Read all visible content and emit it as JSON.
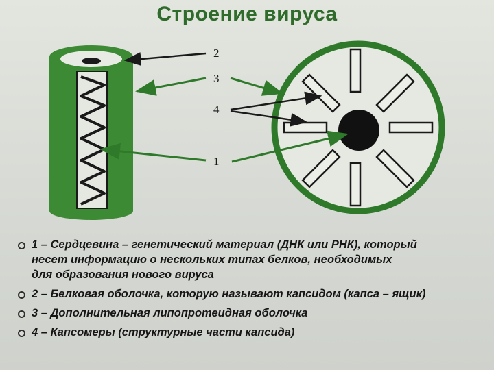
{
  "title": "Строение вируса",
  "labels": {
    "l1": "1",
    "l2": "2",
    "l3": "3",
    "l4": "4"
  },
  "legend": [
    {
      "lines": [
        "1 – Сердцевина – генетический материал (ДНК или РНК), который",
        "несет информацию о нескольких типах белков, необходимых",
        "для образования нового вируса"
      ]
    },
    {
      "lines": [
        "2 – Белковая оболочка, которую называют капсидом (капса – ящик)"
      ]
    },
    {
      "lines": [
        "3 – Дополнительная липопротеидная оболочка"
      ]
    },
    {
      "lines": [
        "4 – Капсомеры (структурные части капсида)"
      ]
    }
  ],
  "colors": {
    "green": "#2f7a2a",
    "dark": "#1a1a1a"
  }
}
